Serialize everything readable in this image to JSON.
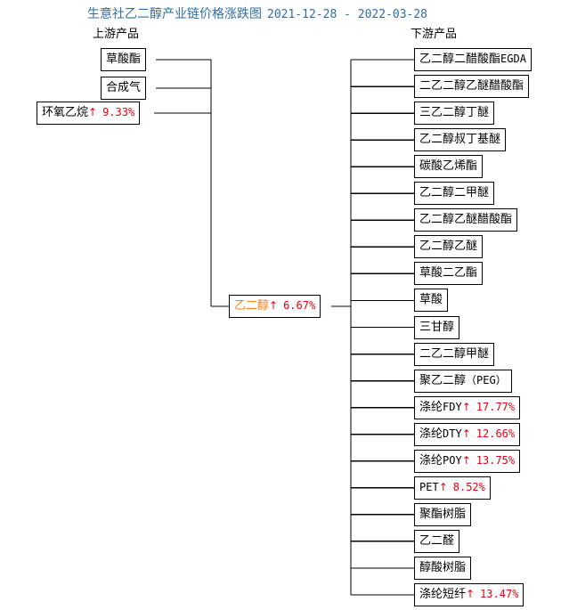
{
  "title": {
    "text": "生意社乙二醇产业链价格涨跌图",
    "date_range": "2021-12-28 - 2022-03-28",
    "color": "#2e6da4"
  },
  "headers": {
    "upstream": "上游产品",
    "downstream": "下游产品"
  },
  "colors": {
    "title": "#2e6da4",
    "up_arrow": "#e8000d",
    "percent": "#e8000d",
    "center_node": "#ff7d14",
    "line": "#000000",
    "box_text": "#000000"
  },
  "icons": {
    "up_arrow": "↑"
  },
  "center": {
    "name": "乙二醇",
    "arrow": "↑",
    "change": "6.67%"
  },
  "upstream": [
    {
      "name": "草酸酯",
      "arrow": "",
      "change": ""
    },
    {
      "name": "合成气",
      "arrow": "",
      "change": ""
    },
    {
      "name": "环氧乙烷",
      "arrow": "↑",
      "change": "9.33%"
    }
  ],
  "downstream": [
    {
      "name": "乙二醇二醋酸酯",
      "ascii": "EGDA",
      "arrow": "",
      "change": ""
    },
    {
      "name": "二乙二醇乙醚醋酸酯",
      "ascii": "",
      "arrow": "",
      "change": ""
    },
    {
      "name": "三乙二醇丁醚",
      "ascii": "",
      "arrow": "",
      "change": ""
    },
    {
      "name": "乙二醇叔丁基醚",
      "ascii": "",
      "arrow": "",
      "change": ""
    },
    {
      "name": "碳酸乙烯酯",
      "ascii": "",
      "arrow": "",
      "change": ""
    },
    {
      "name": "乙二醇二甲醚",
      "ascii": "",
      "arrow": "",
      "change": ""
    },
    {
      "name": "乙二醇乙醚醋酸酯",
      "ascii": "",
      "arrow": "",
      "change": ""
    },
    {
      "name": "乙二醇乙醚",
      "ascii": "",
      "arrow": "",
      "change": ""
    },
    {
      "name": "草酸二乙酯",
      "ascii": "",
      "arrow": "",
      "change": ""
    },
    {
      "name": "草酸",
      "ascii": "",
      "arrow": "",
      "change": ""
    },
    {
      "name": "三甘醇",
      "ascii": "",
      "arrow": "",
      "change": ""
    },
    {
      "name": "二乙二醇甲醚",
      "ascii": "",
      "arrow": "",
      "change": ""
    },
    {
      "name": "聚乙二醇",
      "ascii": "（PEG）",
      "arrow": "",
      "change": ""
    },
    {
      "name": "涤纶",
      "ascii": "FDY",
      "arrow": "↑",
      "change": "17.77%"
    },
    {
      "name": "涤纶",
      "ascii": "DTY",
      "arrow": "↑",
      "change": "12.66%"
    },
    {
      "name": "涤纶",
      "ascii": "POY",
      "arrow": "↑",
      "change": "13.75%"
    },
    {
      "name": "",
      "ascii": "PET",
      "arrow": "↑",
      "change": "8.52%"
    },
    {
      "name": "聚酯树脂",
      "ascii": "",
      "arrow": "",
      "change": ""
    },
    {
      "name": "乙二醛",
      "ascii": "",
      "arrow": "",
      "change": ""
    },
    {
      "name": "醇酸树脂",
      "ascii": "",
      "arrow": "",
      "change": ""
    },
    {
      "name": "涤纶短纤",
      "ascii": "",
      "arrow": "↑",
      "change": "13.47%"
    }
  ]
}
